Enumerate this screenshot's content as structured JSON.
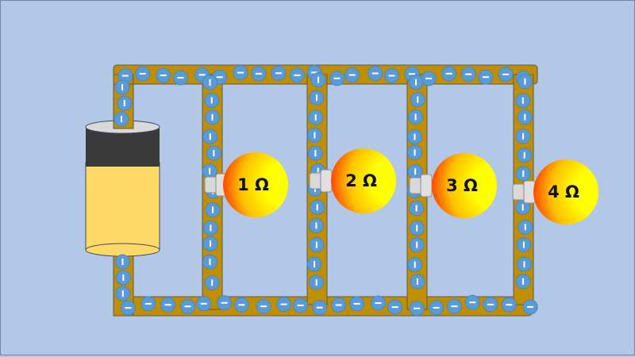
{
  "bulbs": [
    {
      "label": "1 Ω"
    },
    {
      "label": "2 Ω"
    },
    {
      "label": "3 Ω"
    },
    {
      "label": "4 Ω"
    }
  ],
  "electron_symbol": "−",
  "colors": {
    "wire": "#bf8f00",
    "electron": "#5b9bd5",
    "battery_top": "#3a3a3a",
    "battery_body": "#ffd966",
    "background": "#b3c7e6"
  }
}
